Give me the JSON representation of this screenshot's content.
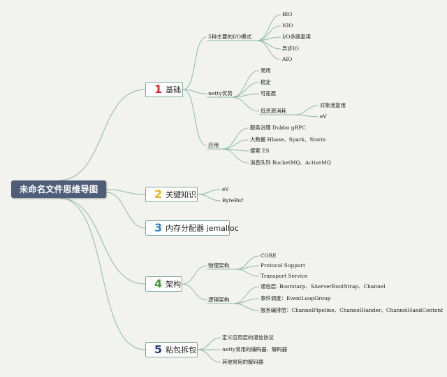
{
  "root": {
    "label": "未命名文件思维导图"
  },
  "branches": [
    {
      "num": "1",
      "label": "基础",
      "color": "#d6262b",
      "children": [
        {
          "label": "5种主要的I/O模式",
          "children": [
            "BIO",
            "NIO",
            "I/O多路复用",
            "异步IO",
            "AIO"
          ]
        },
        {
          "label": "netty优势",
          "children": [
            {
              "label": "易用"
            },
            {
              "label": "稳定"
            },
            {
              "label": "可拓展"
            },
            {
              "label": "低资源消耗",
              "children": [
                "对象池复用",
                "eV"
              ]
            }
          ]
        },
        {
          "label": "应用",
          "children": [
            "服务治理 Dubbo gRPC",
            "大数据 Hbase、Spark、Storm",
            "搜索 ES",
            "消息队列 RocketMQ、ActiveMQ"
          ]
        }
      ]
    },
    {
      "num": "2",
      "label": "关键知识",
      "color": "#e9b21c",
      "children": [
        {
          "label": "eV"
        },
        {
          "label": "ByteBuf"
        }
      ]
    },
    {
      "num": "3",
      "label": "内存分配器 jemalloc",
      "color": "#2c86c6",
      "children": []
    },
    {
      "num": "4",
      "label": "架构",
      "color": "#3b9a35",
      "children": [
        {
          "label": "物理架构",
          "children": [
            "CORE",
            "Protocol Support",
            "Transport Service"
          ]
        },
        {
          "label": "逻辑架构",
          "children": [
            "通信层: Boorstarp、SAerverBootStrap、Channel",
            "事件调度：EventLoopGroup",
            "服务编排层：ChannelPipeline、ChannelHander、ChannelHandContent"
          ]
        }
      ]
    },
    {
      "num": "5",
      "label": "粘包拆包",
      "color": "#233a7c",
      "children": [
        {
          "label": "定义应用层的通信协议"
        },
        {
          "label": "netty常用的编码器、解码器"
        },
        {
          "label": "其他常用的解码器"
        }
      ]
    }
  ],
  "colors": {
    "line": "#8ab9a8",
    "background": "#f2f3ee",
    "root_fill": "#4e5e79"
  }
}
